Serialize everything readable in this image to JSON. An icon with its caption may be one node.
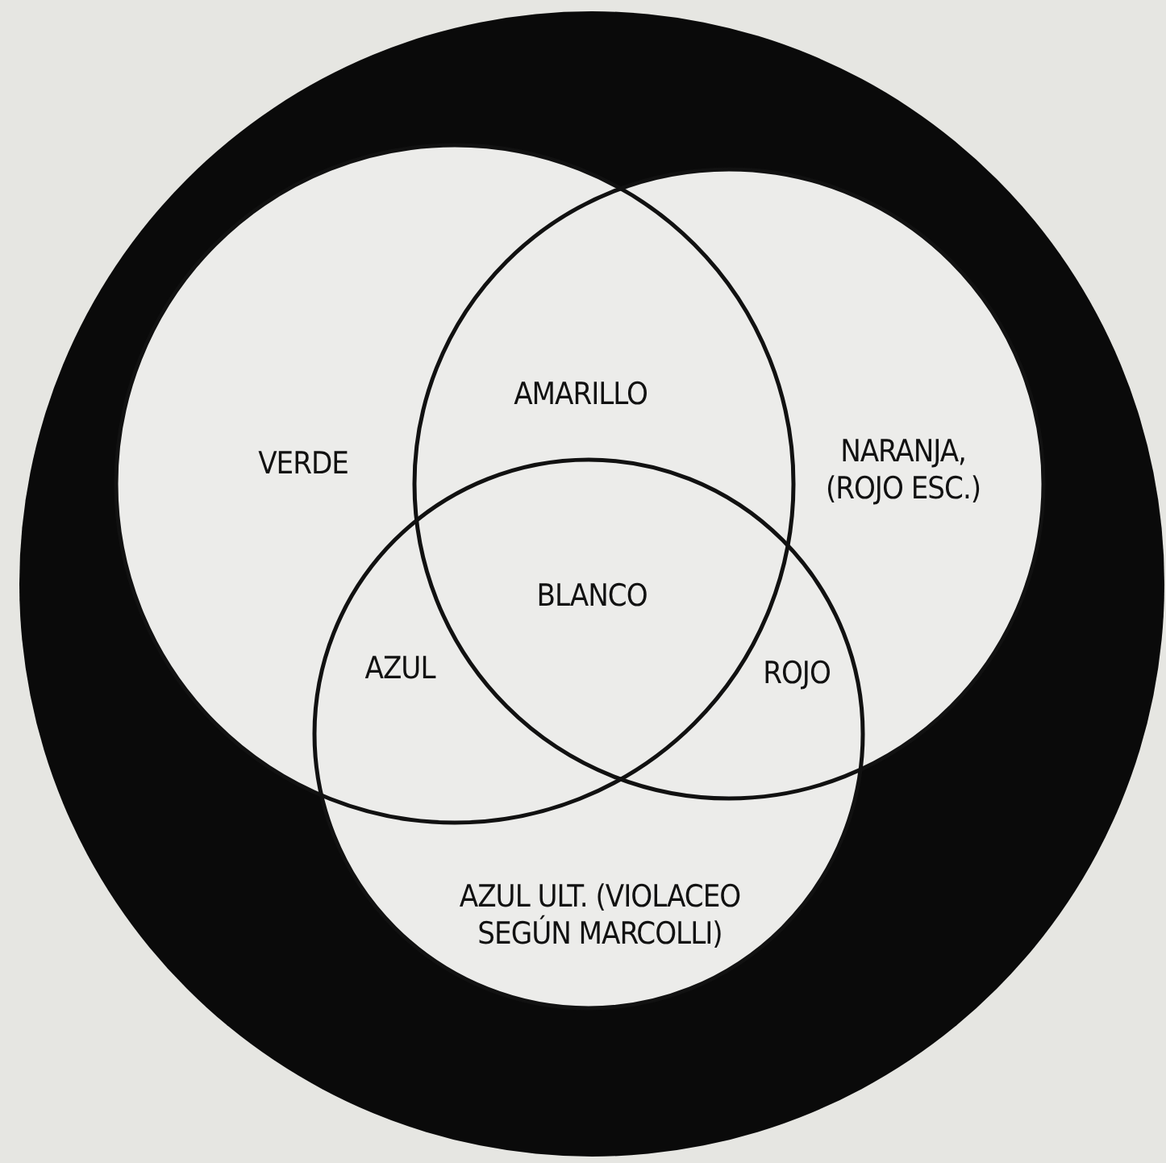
{
  "diagram": {
    "labels": [
      "VERDE",
      "AMARILLO",
      "NARANJA, (ROJO ESC.)",
      "BLANCO",
      "AZUL",
      "ROJO",
      "AZUL ULT. (VIOLACEO SEGÚN MARCOLLI)"
    ]
  }
}
